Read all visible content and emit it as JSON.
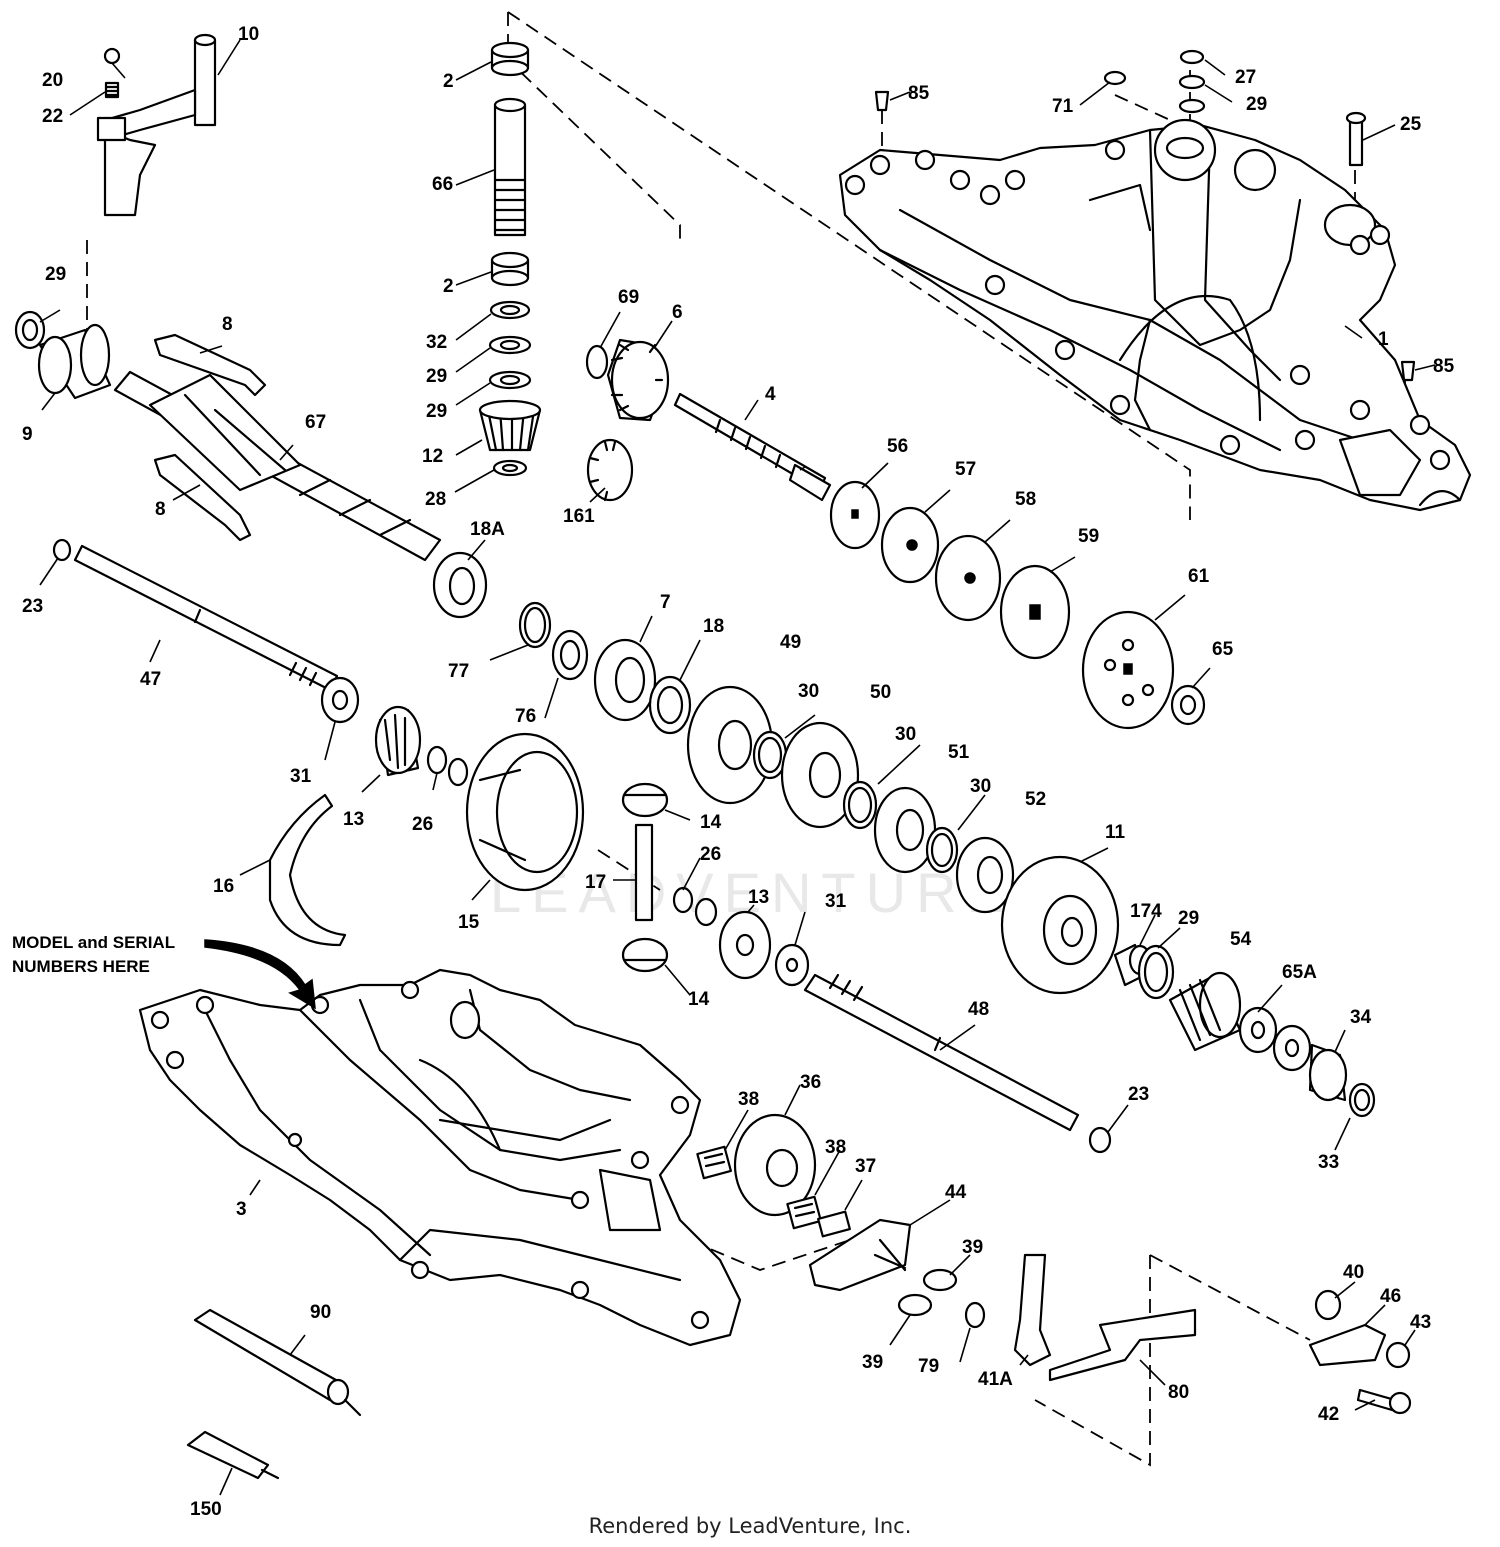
{
  "diagram": {
    "note": [
      "MODEL and SERIAL",
      "NUMBERS HERE"
    ],
    "watermark": "LEADVENTURE",
    "credit": "Rendered by LeadVenture, Inc.",
    "labels": {
      "p1": "1",
      "p2a": "2",
      "p2b": "2",
      "p3": "3",
      "p4": "4",
      "p6": "6",
      "p7": "7",
      "p8a": "8",
      "p8b": "8",
      "p9": "9",
      "p10": "10",
      "p11": "11",
      "p12": "12",
      "p13a": "13",
      "p13b": "13",
      "p14a": "14",
      "p14b": "14",
      "p15": "15",
      "p16": "16",
      "p17": "17",
      "p18": "18",
      "p18a": "18A",
      "p20": "20",
      "p22": "22",
      "p23a": "23",
      "p23b": "23",
      "p25": "25",
      "p26a": "26",
      "p26b": "26",
      "p27": "27",
      "p28": "28",
      "p29a": "29",
      "p29b": "29",
      "p29c": "29",
      "p29d": "29",
      "p29e": "29",
      "p30a": "30",
      "p30b": "30",
      "p30c": "30",
      "p31a": "31",
      "p31b": "31",
      "p32": "32",
      "p33": "33",
      "p34": "34",
      "p36": "36",
      "p37": "37",
      "p38a": "38",
      "p38b": "38",
      "p39a": "39",
      "p39b": "39",
      "p40": "40",
      "p41a": "41A",
      "p42": "42",
      "p43": "43",
      "p44": "44",
      "p46": "46",
      "p47": "47",
      "p48": "48",
      "p49": "49",
      "p50": "50",
      "p51": "51",
      "p52": "52",
      "p54": "54",
      "p56": "56",
      "p57": "57",
      "p58": "58",
      "p59": "59",
      "p61": "61",
      "p65": "65",
      "p65a": "65A",
      "p66": "66",
      "p67": "67",
      "p69": "69",
      "p71": "71",
      "p76": "76",
      "p77": "77",
      "p79": "79",
      "p80": "80",
      "p85a": "85",
      "p85b": "85",
      "p90": "90",
      "p150": "150",
      "p161": "161",
      "p174": "174"
    }
  }
}
